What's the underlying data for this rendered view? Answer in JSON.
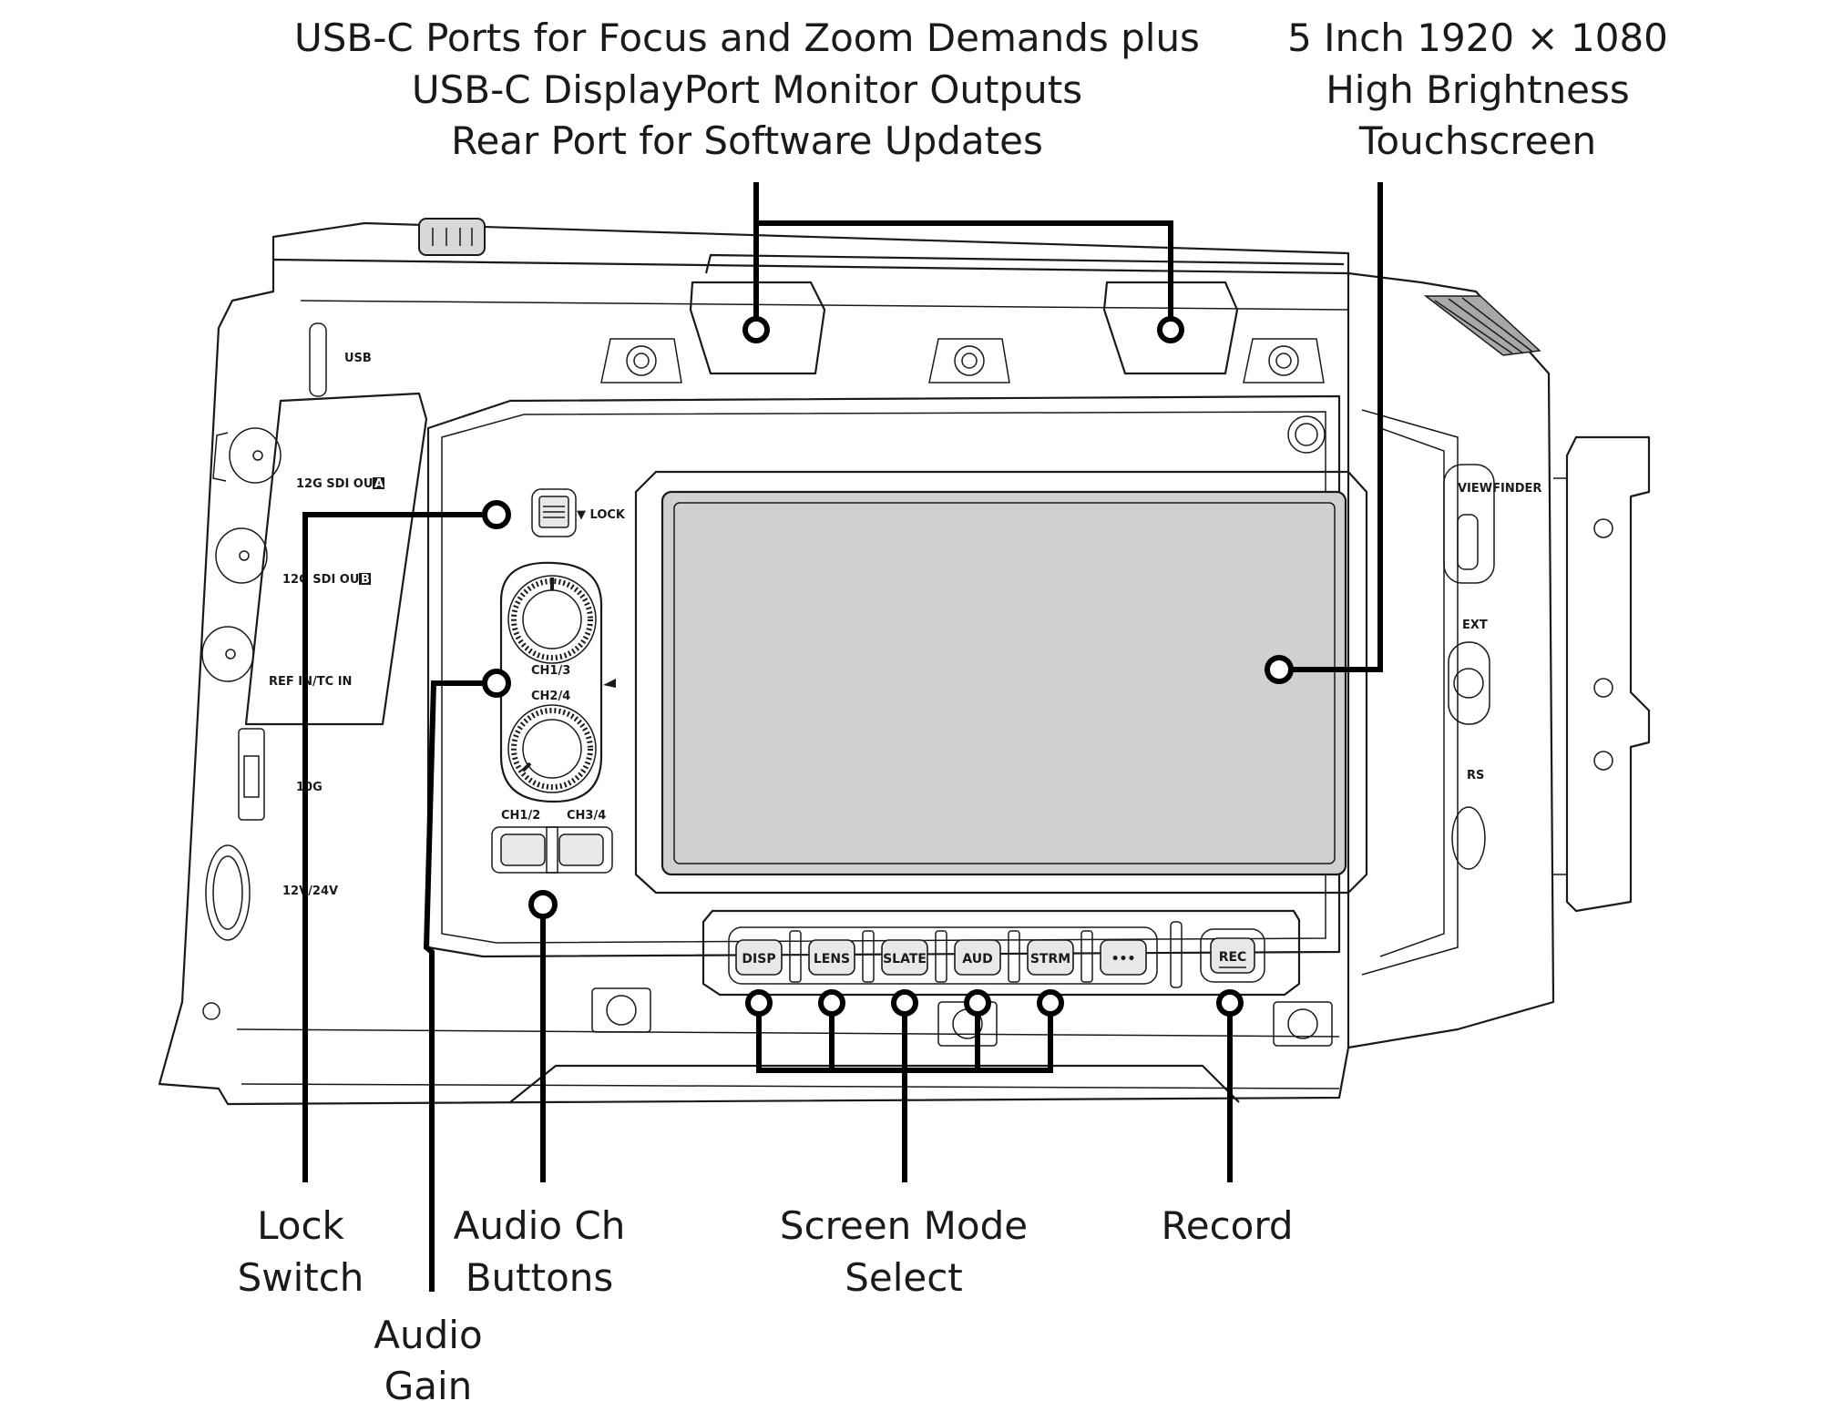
{
  "callouts": {
    "usb_ports": [
      "USB-C Ports for Focus and Zoom Demands plus",
      "USB-C DisplayPort Monitor Outputs",
      "Rear Port for Software Updates"
    ],
    "touchscreen": [
      "5 Inch 1920 × 1080",
      "High Brightness",
      "Touchscreen"
    ],
    "lock_switch": [
      "Lock",
      "Switch"
    ],
    "audio_gain": [
      "Audio",
      "Gain"
    ],
    "audio_ch_buttons": [
      "Audio Ch",
      "Buttons"
    ],
    "screen_mode_select": [
      "Screen Mode",
      "Select"
    ],
    "record": "Record"
  },
  "panel_labels": {
    "usb": "USB",
    "sdi_out_a": "12G SDI OUT",
    "sdi_out_a_badge": "A",
    "sdi_out_b": "12G SDI OUT",
    "sdi_out_b_badge": "B",
    "ref_in": "REF IN/TC IN",
    "tenG": "10G",
    "power": "12V/24V",
    "lock": "▼ LOCK",
    "ch13": "CH1/3",
    "ch24": "CH2/4",
    "ch12": "CH1/2",
    "ch34": "CH3/4",
    "viewfinder": "VIEWFINDER",
    "ext": "EXT",
    "rs": "RS"
  },
  "buttons": [
    "DISP",
    "LENS",
    "SLATE",
    "AUD",
    "STRM",
    "•••"
  ],
  "record_button": "REC"
}
